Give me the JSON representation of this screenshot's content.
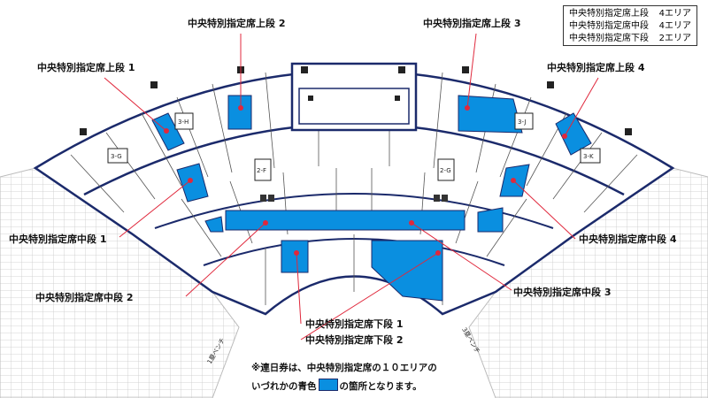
{
  "legend": {
    "rows": [
      {
        "name": "中央特別指定席上段",
        "count": "4エリア"
      },
      {
        "name": "中央特別指定席中段",
        "count": "4エリア"
      },
      {
        "name": "中央特別指定席下段",
        "count": "2エリア"
      }
    ]
  },
  "labels": {
    "upper1": "中央特別指定席上段 1",
    "upper2": "中央特別指定席上段 2",
    "upper3": "中央特別指定席上段 3",
    "upper4": "中央特別指定席上段 4",
    "middle1": "中央特別指定席中段 1",
    "middle2": "中央特別指定席中段 2",
    "middle3": "中央特別指定席中段 3",
    "middle4": "中央特別指定席中段 4",
    "lower1": "中央特別指定席下段 1",
    "lower2": "中央特別指定席下段 2"
  },
  "gates": {
    "g3h": "3-H",
    "g3g": "3-G",
    "g2f": "2-F",
    "g2g": "2-G",
    "g3j": "3-J",
    "g3k": "3-K"
  },
  "benches": {
    "left": "1塁ベンチ",
    "right": "3塁ベンチ"
  },
  "note": {
    "line1": "※連日券は、中央特別指定席の１０エリアの",
    "line2_pre": "いづれかの青色",
    "line2_post": "の箇所となります。"
  },
  "colors": {
    "blue_area": "#0a8fe0",
    "outline": "#1b2a6b",
    "accent_line": "#e0283c"
  }
}
